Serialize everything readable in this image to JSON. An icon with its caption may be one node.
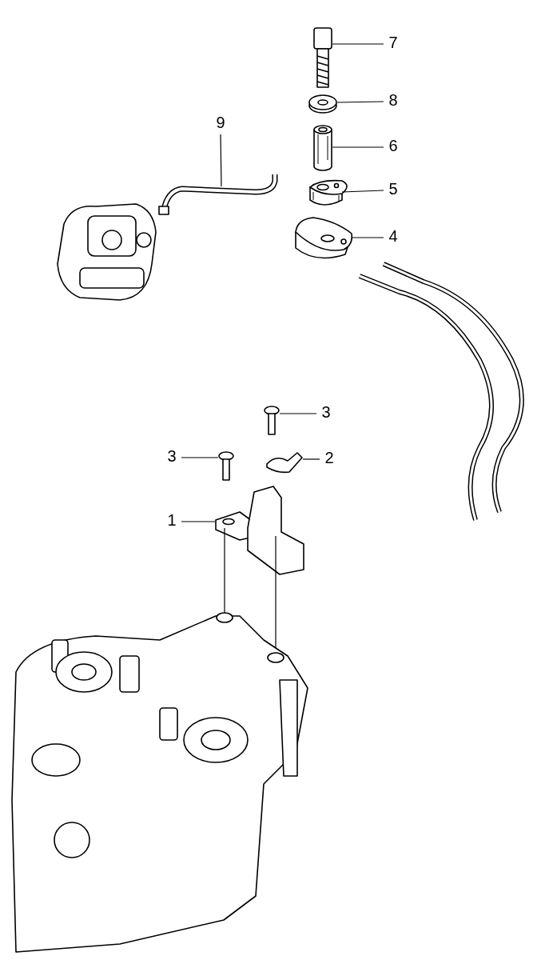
{
  "diagram": {
    "nodes": [
      {
        "text": [
          "7"
        ]
      },
      {
        "text": [
          "8"
        ]
      },
      {
        "text": [
          "9"
        ]
      },
      {
        "text": [
          "6"
        ]
      },
      {
        "text": [
          "5"
        ]
      },
      {
        "text": [
          "4"
        ]
      },
      {
        "text": [
          "3"
        ]
      },
      {
        "text": [
          "3"
        ]
      },
      {
        "text": [
          "2"
        ]
      },
      {
        "text": [
          "1"
        ]
      },
      {
        "text": [],
        "shape": "picture"
      },
      {
        "text": [],
        "shape": "picture"
      },
      {
        "text": [],
        "shape": "picture"
      },
      {
        "text": [],
        "shape": "picture"
      },
      {
        "text": [],
        "shape": "picture"
      },
      {
        "text": [],
        "shape": "picture"
      },
      {
        "text": [],
        "shape": "picture"
      },
      {
        "text": [],
        "shape": "picture"
      },
      {
        "text": [],
        "shape": "picture"
      },
      {
        "text": [],
        "shape": "picture"
      }
    ],
    "edges": [
      {
        "from": 0,
        "to": 10,
        "arrow": "none"
      },
      {
        "from": 1,
        "to": 11,
        "arrow": "none"
      },
      {
        "from": 2,
        "to": 12,
        "arrow": "none"
      },
      {
        "from": 3,
        "to": 13,
        "arrow": "none"
      },
      {
        "from": 4,
        "to": 14,
        "arrow": "none"
      },
      {
        "from": 5,
        "to": 15,
        "arrow": "none"
      },
      {
        "from": 6,
        "to": 16,
        "arrow": "none"
      },
      {
        "from": 7,
        "to": 17,
        "arrow": "none"
      },
      {
        "from": 8,
        "to": 18,
        "arrow": "none"
      },
      {
        "from": 9,
        "to": 19,
        "arrow": "none"
      }
    ]
  }
}
